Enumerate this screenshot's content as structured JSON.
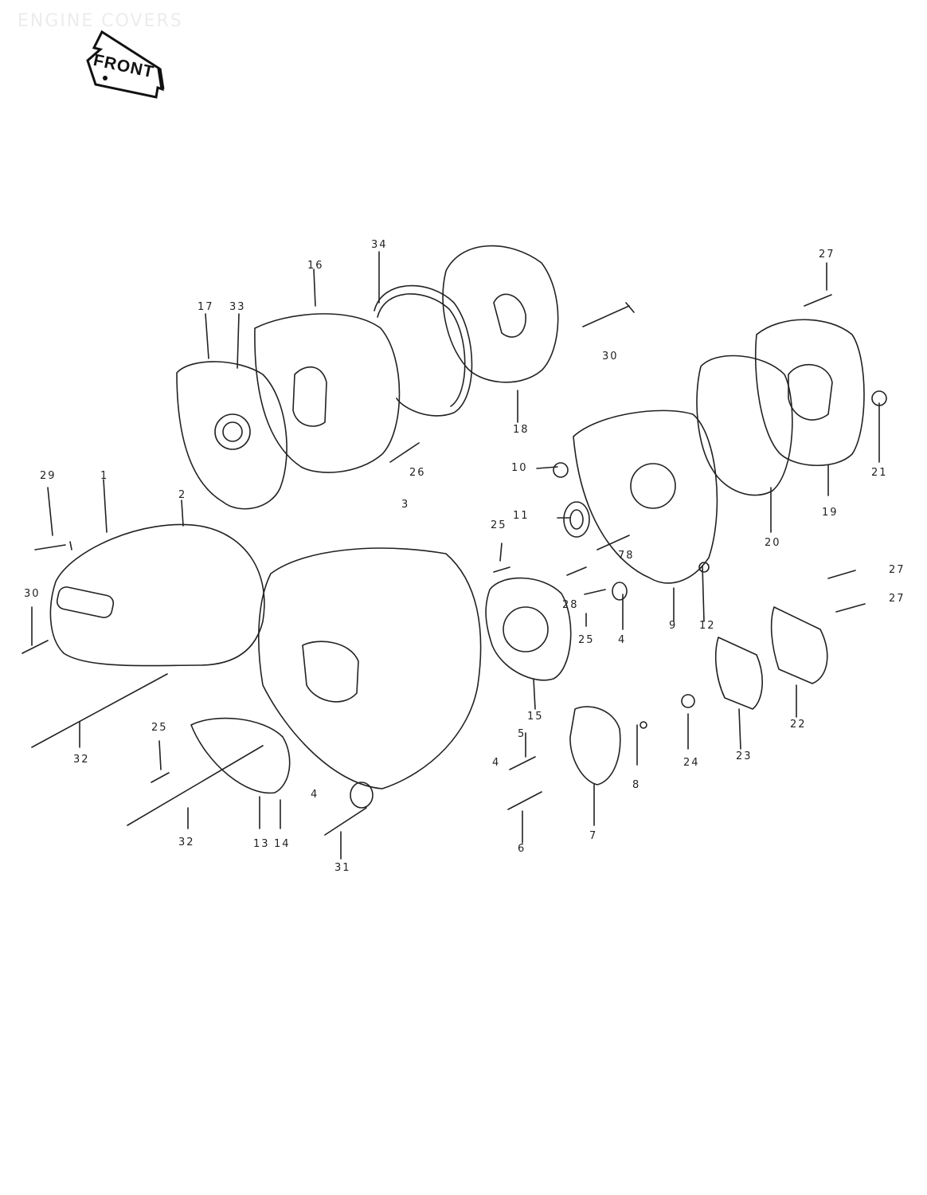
{
  "page": {
    "title": "ENGINE COVERS",
    "front_label": "FRONT"
  },
  "callouts": [
    "34",
    "16",
    "17",
    "33",
    "27",
    "30",
    "18",
    "26",
    "10",
    "21",
    "19",
    "20",
    "29",
    "1",
    "2",
    "3",
    "11",
    "25",
    "78",
    "12",
    "9",
    "28",
    "4",
    "15",
    "5",
    "8",
    "24",
    "23",
    "22",
    "32",
    "13",
    "14",
    "31",
    "6",
    "7"
  ]
}
